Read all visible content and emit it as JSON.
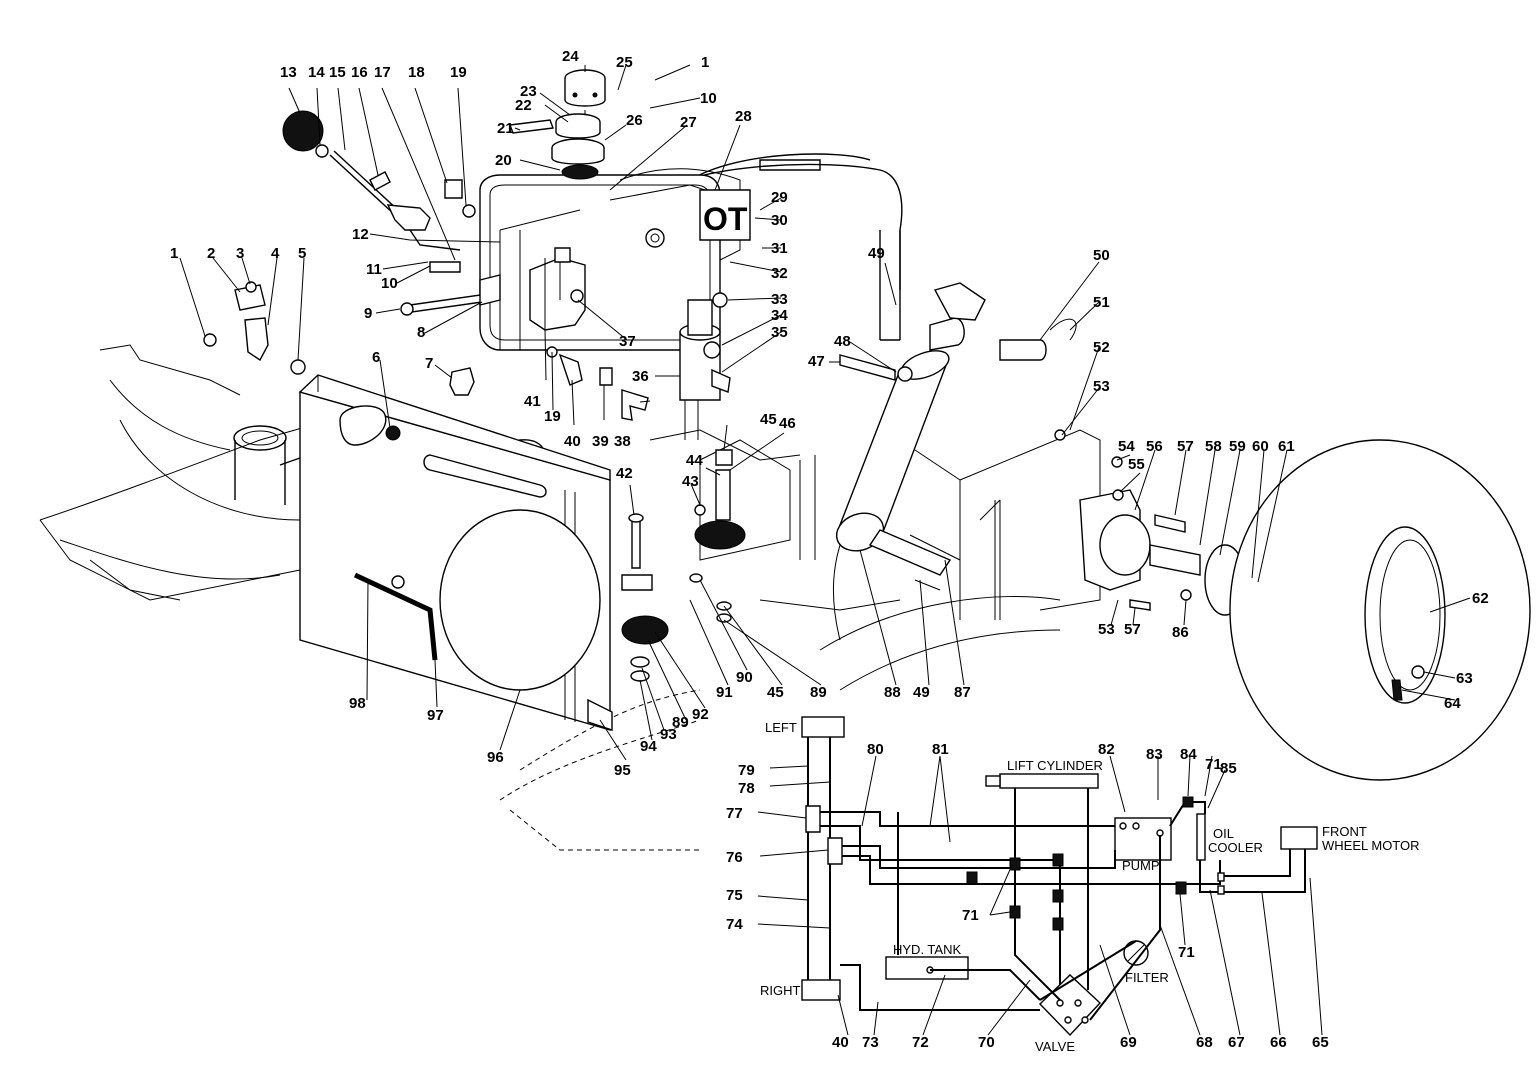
{
  "part_numbers": [
    "1",
    "2",
    "3",
    "4",
    "5",
    "6",
    "7",
    "8",
    "9",
    "10",
    "11",
    "12",
    "13",
    "14",
    "15",
    "16",
    "17",
    "18",
    "19",
    "20",
    "21",
    "22",
    "23",
    "24",
    "25",
    "26",
    "27",
    "28",
    "29",
    "30",
    "31",
    "32",
    "33",
    "34",
    "35",
    "36",
    "37",
    "38",
    "39",
    "40",
    "41",
    "42",
    "43",
    "44",
    "45",
    "46",
    "47",
    "48",
    "49",
    "50",
    "51",
    "52",
    "53",
    "54",
    "55",
    "56",
    "57",
    "58",
    "59",
    "60",
    "61",
    "62",
    "63",
    "64",
    "65",
    "66",
    "67",
    "68",
    "69",
    "70",
    "71",
    "72",
    "73",
    "74",
    "75",
    "76",
    "77",
    "78",
    "79",
    "80",
    "81",
    "82",
    "83",
    "84",
    "85",
    "86",
    "87",
    "88",
    "89",
    "90",
    "91",
    "92",
    "93",
    "94",
    "95",
    "96",
    "97",
    "98"
  ],
  "schematic": {
    "left": "LEFT",
    "right": "RIGHT",
    "lift_cylinder": "LIFT CYLINDER",
    "pump": "PUMP",
    "oil_cooler_1": "OIL",
    "oil_cooler_2": "COOLER",
    "front_wheel_motor_1": "FRONT",
    "front_wheel_motor_2": "WHEEL MOTOR",
    "hyd_tank": "HYD. TANK",
    "filter": "FILTER",
    "valve": "VALVE"
  },
  "colors": {
    "ink": "#000000",
    "paper": "#ffffff"
  }
}
